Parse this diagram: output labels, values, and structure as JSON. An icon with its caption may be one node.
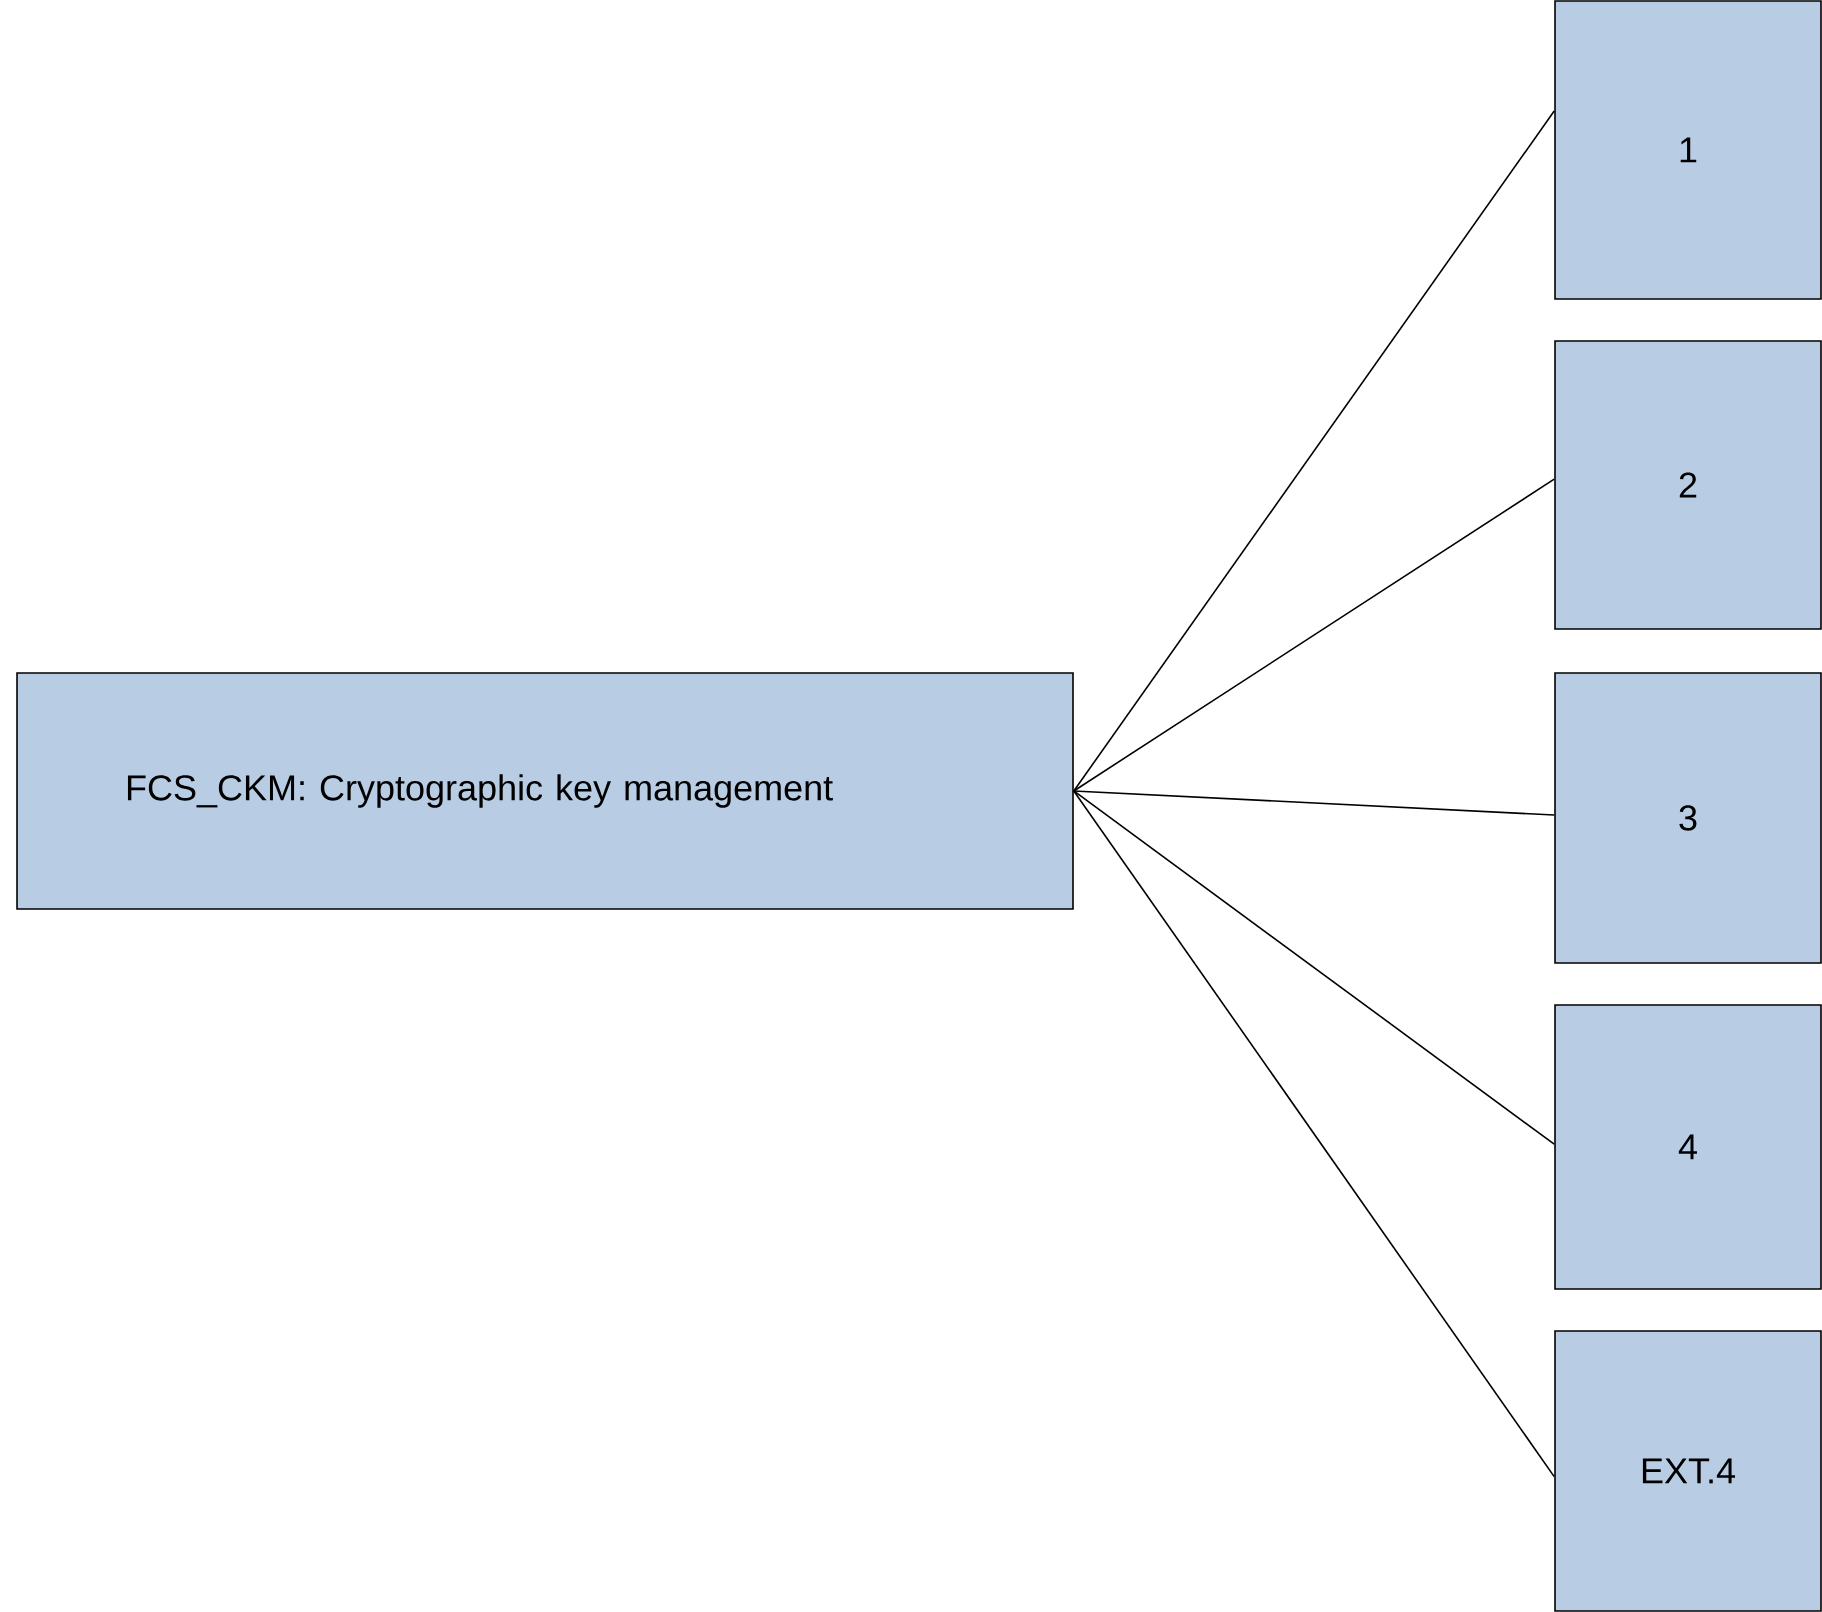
{
  "diagram": {
    "nodes": [
      {
        "text": [
          "FCS_CKM: Cryptographic key management"
        ]
      },
      {
        "text": [
          "1"
        ]
      },
      {
        "text": [
          "2"
        ]
      },
      {
        "text": [
          "3"
        ]
      },
      {
        "text": [
          "4"
        ]
      },
      {
        "text": [
          "EXT.4"
        ]
      }
    ],
    "edges": [
      {
        "from": 0,
        "to": 1,
        "arrow": "none"
      },
      {
        "from": 0,
        "to": 2,
        "arrow": "none"
      },
      {
        "from": 0,
        "to": 3,
        "arrow": "none"
      },
      {
        "from": 0,
        "to": 4,
        "arrow": "none"
      },
      {
        "from": 0,
        "to": 5,
        "arrow": "none"
      }
    ]
  }
}
